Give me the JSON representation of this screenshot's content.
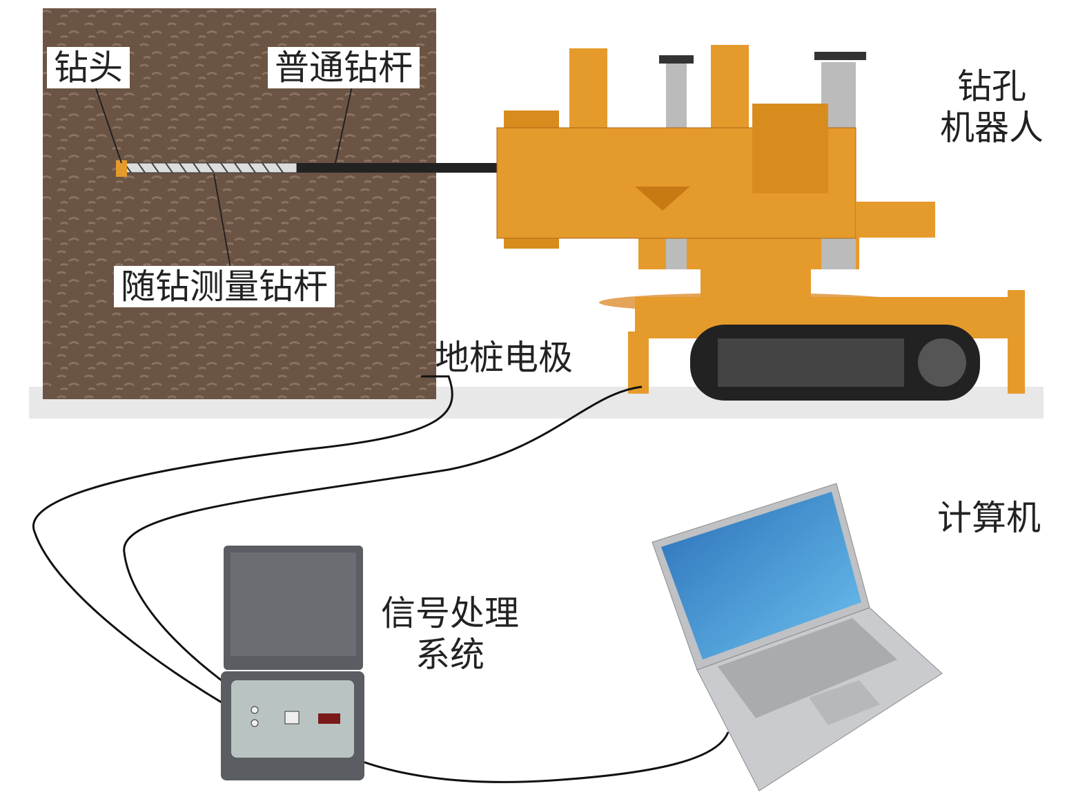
{
  "labels": {
    "drill_bit": "钻头",
    "ordinary_rod": "普通钻杆",
    "mwd_rod": "随钻测量钻杆",
    "ground_electrode": "地桩电极",
    "robot_line1": "钻孔",
    "robot_line2": "机器人",
    "computer": "计算机",
    "signal_line1": "信号处理",
    "signal_line2": "系统"
  },
  "colors": {
    "rock": "#6b5444",
    "robot": "#e59a2c",
    "panel": "#b9c4c2",
    "case": "#5a5d62",
    "screen": "#3d8fd0"
  }
}
